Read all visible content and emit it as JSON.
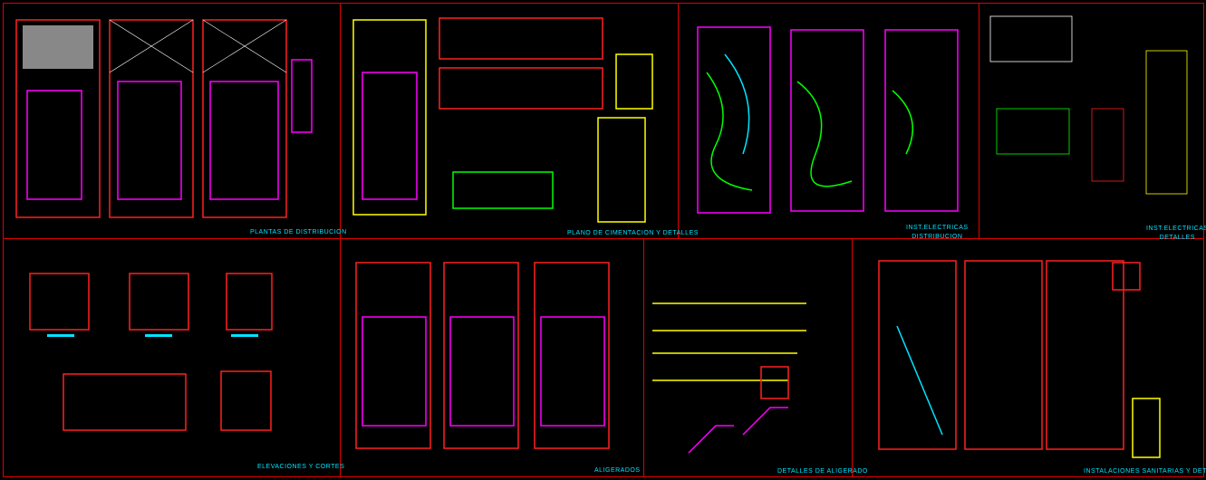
{
  "sheets": [
    {
      "title": "PLANTAS  DE DISTRIBUCION"
    },
    {
      "title": "PLANO DE CIMENTACION Y DETALLES"
    },
    {
      "title_line1": "INST.ELECTRICAS",
      "title_line2": "DISTRIBUCION"
    },
    {
      "title_line1": "INST.ELECTRICAS",
      "title_line2": "DETALLES"
    },
    {
      "title": "ELEVACIONES Y CORTES"
    },
    {
      "title": "ALIGERADOS"
    },
    {
      "title": "DETALLES DE ALIGERADO"
    },
    {
      "title": "INSTALACIONES SANITARIAS Y DETALLES"
    }
  ],
  "colors": {
    "frame": "#e00000",
    "label": "#00e5ff",
    "background": "#000000"
  }
}
